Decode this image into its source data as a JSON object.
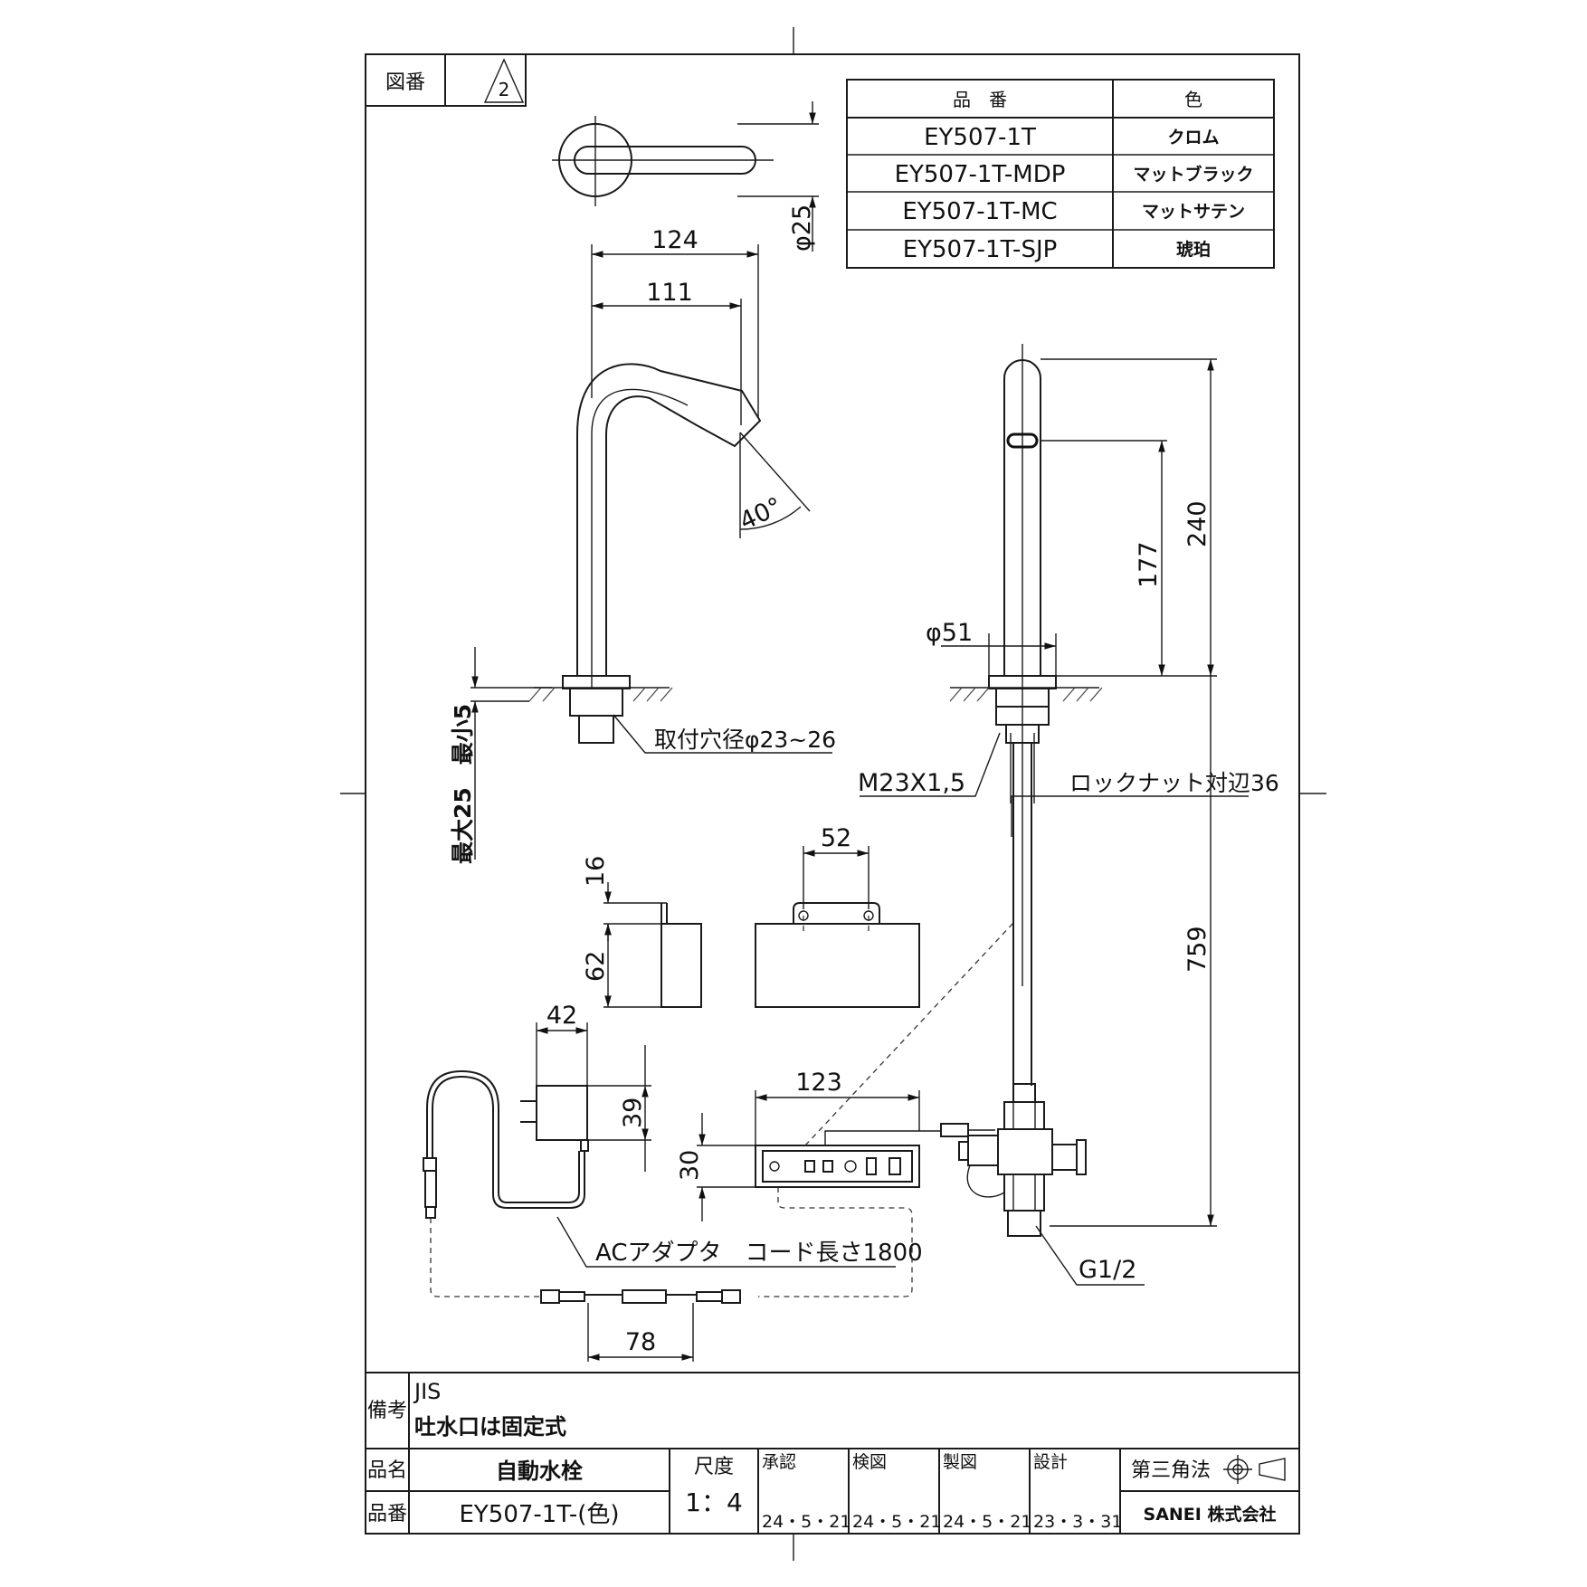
{
  "drawing": {
    "zuban_label": "図番",
    "revision": "2"
  },
  "parts_table": {
    "header_part": "品　番",
    "header_color": "色",
    "rows": [
      {
        "part": "EY507-1T",
        "color": "クロム"
      },
      {
        "part": "EY507-1T-MDP",
        "color": "マットブラック"
      },
      {
        "part": "EY507-1T-MC",
        "color": "マットサテン"
      },
      {
        "part": "EY507-1T-SJP",
        "color": "琥珀"
      }
    ]
  },
  "dimensions": {
    "d25": "φ25",
    "w124": "124",
    "w111": "111",
    "angle": "40°",
    "h240": "240",
    "h177": "177",
    "d51": "φ51",
    "mount_hole": "取付穴径φ23~26",
    "thread": "M23X1,5",
    "locknut": "ロックナット対辺36",
    "counter": "最大25　最小5",
    "h759": "759",
    "w52": "52",
    "h16": "16",
    "h62": "62",
    "w42": "42",
    "h39": "39",
    "w123": "123",
    "h30": "30",
    "adapter": "ACアダプタ　コード長さ1800",
    "pipe": "G1/2",
    "w78": "78"
  },
  "notes": {
    "label": "備考",
    "line1": "JIS",
    "line2": "吐水口は固定式"
  },
  "title_block": {
    "name_label": "品名",
    "name": "自動水栓",
    "number_label": "品番",
    "number": "EY507-1T-(色)",
    "scale_label": "尺度",
    "scale": "1：4",
    "approve_label": "承認",
    "approve_date": "24・5・21",
    "check_label": "検図",
    "check_date": "24・5・21",
    "draw_label": "製図",
    "draw_date": "24・5・21",
    "design_label": "設計",
    "design_date": "23・3・31",
    "projection": "第三角法",
    "company": "SANEI 株式会社"
  }
}
